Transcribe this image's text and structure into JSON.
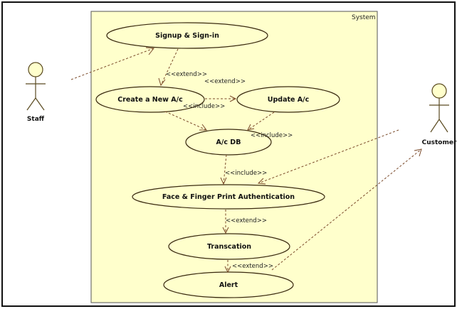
{
  "system": {
    "label": "System"
  },
  "actors": {
    "staff": "Staff",
    "customer": "Customer"
  },
  "use_cases": {
    "signup": "Signup & Sign-in",
    "create": "Create a New A/c",
    "update": "Update A/c",
    "db": "A/c DB",
    "auth": "Face & Finger Print Authentication",
    "transaction": "Transcation",
    "alert": "Alert"
  },
  "relations": {
    "signup_create": "<<extend>>",
    "create_update": "<<extend>>",
    "create_db": "<<include>>",
    "update_db": "<<include>>",
    "db_auth": "<<include>>",
    "auth_transaction": "<<extend>>",
    "transaction_alert": "<<extend>>"
  },
  "colors": {
    "fill": "#ffffcc",
    "connector": "#7a4a2a"
  }
}
